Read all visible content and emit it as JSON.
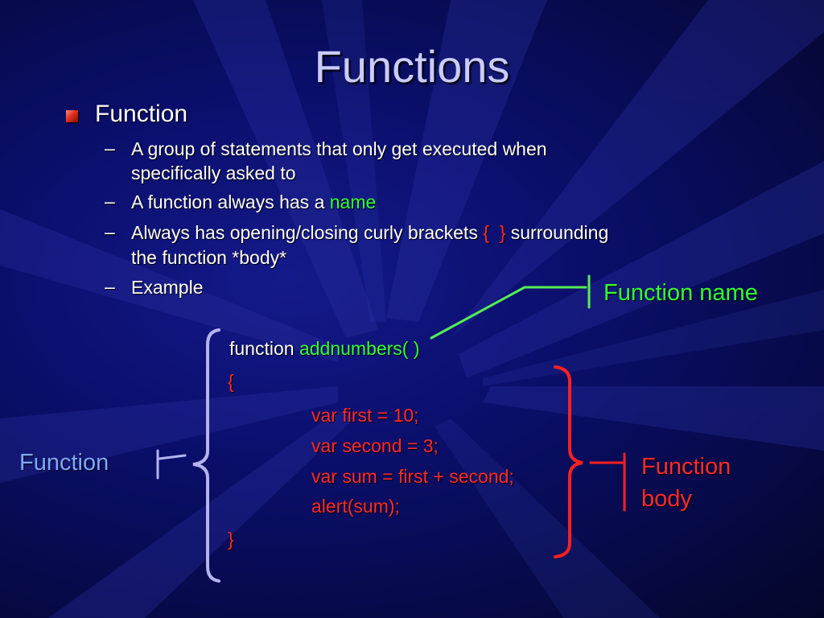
{
  "slide": {
    "title": "Functions",
    "bullet": "Function",
    "items": [
      {
        "dash": "–",
        "line1": "A group of statements that only get executed when",
        "line2": "specifically asked to"
      },
      {
        "dash": "–",
        "text": "A function always has a ",
        "highlight": "name"
      },
      {
        "dash": "–",
        "text": "Always has opening/closing curly brackets ",
        "open_brace": "{",
        "close_brace": "}",
        "after": " surrounding",
        "line2": "the function *body*"
      },
      {
        "dash": "–",
        "text": "Example"
      }
    ]
  },
  "code": {
    "keyword": "function",
    "name": "addnumbers(  )",
    "open_brace": "{",
    "body": [
      "var first = 10;",
      "var second = 3;",
      "var sum = first + second;",
      "alert(sum);"
    ],
    "close_brace": "}"
  },
  "annotations": {
    "function_name": "Function name",
    "function": "Function",
    "function_body_1": "Function",
    "function_body_2": "body"
  },
  "colors": {
    "title": "#c9ccff",
    "text": "#ffffff",
    "highlight_green": "#33ff33",
    "highlight_red": "#ff2a2a",
    "label_blue": "#7fa8ff",
    "brace_lavender": "#b4b4ee"
  }
}
